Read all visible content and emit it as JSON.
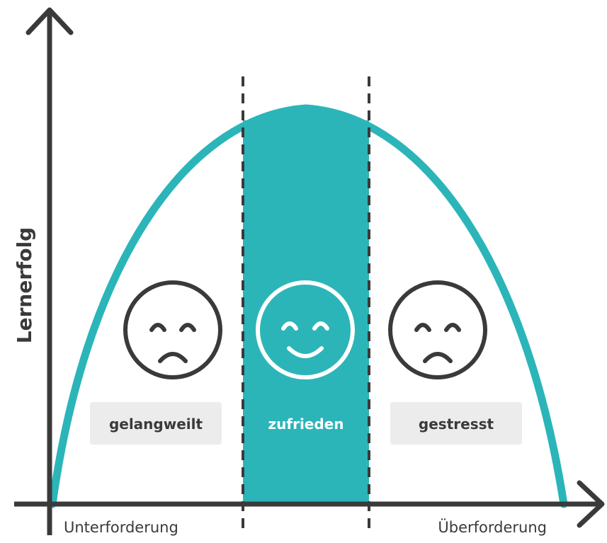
{
  "diagram": {
    "y_axis_title": "Lernerfolg",
    "x_axis_left_label": "Unterforderung",
    "x_axis_right_label": "Überforderung",
    "zones": [
      {
        "label": "gelangweilt",
        "face": "sad"
      },
      {
        "label": "zufrieden",
        "face": "happy"
      },
      {
        "label": "gestresst",
        "face": "sad"
      }
    ],
    "colors": {
      "accent": "#2bb5b9",
      "axis": "#3a3a3a",
      "label_box": "#ececec",
      "label_text_dark": "#3a3a3a",
      "label_text_light": "#ffffff"
    }
  }
}
